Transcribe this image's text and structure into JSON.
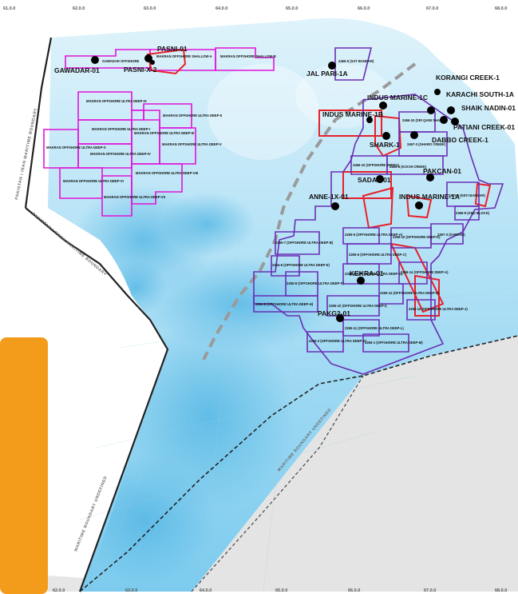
{
  "colors": {
    "sea_light": "#c9ecf8",
    "sea_mid": "#8fd3ef",
    "sea_deep": "#49b3e3",
    "land": "#e6e6e6",
    "orange_panel": "#f39c1b",
    "block_magenta": "#e014d8",
    "block_purple": "#6a2eb5",
    "block_red": "#e8202a",
    "dashed_line": "#9a9a9a",
    "boundary": "#222222",
    "well_marker": "#000000"
  },
  "ticks_top": [
    "61.0.0",
    "62.0.0",
    "63.0.0",
    "64.0.0",
    "65.0.0",
    "66.0.0",
    "67.0.0",
    "68.0.0"
  ],
  "ticks_bottom": [
    "62.0.0",
    "63.0.0",
    "64.0.0",
    "65.0.0",
    "66.0.0",
    "67.0.0",
    "68.0.0"
  ],
  "boundaries": [
    {
      "label": "PAKISTAN / IRAN MARITIME BOUNDARY"
    },
    {
      "label": "PAKISTAN / OMAN MARITIME BOUNDARY"
    },
    {
      "label": "MARITIME BOUNDARY UNDEFINED"
    },
    {
      "label": "MARITIME BOUNDARY UNDEFINED"
    }
  ],
  "wells": [
    {
      "label": "PASNI-01"
    },
    {
      "label": "PASNI-X-2"
    },
    {
      "label": "GAWADAR-01"
    },
    {
      "label": "JAL PARI-1A"
    },
    {
      "label": "KORANGI CREEK-1"
    },
    {
      "label": "KARACHI SOUTH-1A"
    },
    {
      "label": "INDUS MARINE-1C"
    },
    {
      "label": "SHAIK NADIN-01"
    },
    {
      "label": "INDUS MARINE-1B"
    },
    {
      "label": "PATIANI CREEK-01"
    },
    {
      "label": "DABBO CREEK-1"
    },
    {
      "label": "SHARK-1"
    },
    {
      "label": "PAKCAN-01"
    },
    {
      "label": "SADAF-01"
    },
    {
      "label": "ANNE-1X-01"
    },
    {
      "label": "INDUS MARINE-1A"
    },
    {
      "label": "KEKRA-01"
    },
    {
      "label": "PAKG2-01"
    }
  ],
  "blocks_magenta": [
    {
      "label": "GAWADAR OFFSHORE"
    },
    {
      "label": "MAKRAN OFFSHORE SHALLOW-A"
    },
    {
      "label": "MAKRAN OFFSHORE SHALLOW-B"
    },
    {
      "label": "MAKRAN OFFSHORE ULTRA DEEP-IX"
    },
    {
      "label": "MAKRAN OFFSHORE ULTRA DEEP-I"
    },
    {
      "label": "MAKRAN OFFSHORE ULTRA DEEP-II"
    },
    {
      "label": "MAKRAN OFFSHORE ULTRA DEEP-III"
    },
    {
      "label": "MAKRAN OFFSHORE ULTRA DEEP-X"
    },
    {
      "label": "MAKRAN OFFSHORE ULTRA DEEP-IV"
    },
    {
      "label": "MAKRAN OFFSHORE ULTRA DEEP-V"
    },
    {
      "label": "MAKRAN OFFSHORE ULTRA DEEP-VI"
    },
    {
      "label": "MAKRAN OFFSHORE ULTRA DEEP-VII"
    },
    {
      "label": "MAKRAN OFFSHORE ULTRA DEEP-VIII"
    }
  ],
  "blocks_purple": [
    {
      "label": "2465-5 (SAT BANDAR)"
    },
    {
      "label": "2466-10 (SRI QAIM SHAH)"
    },
    {
      "label": "2467-3 (GHARO CREEK)"
    },
    {
      "label": "2466-8 (KOCHI CREEK)"
    },
    {
      "label": "2466-10 (OFFSHORE DEEP-I)"
    },
    {
      "label": "2467-6 (KETI BANDAR)"
    },
    {
      "label": "2366-9 (ANU BLOCK)"
    },
    {
      "label": "2367-3 (ZARRAR)"
    },
    {
      "label": "2265-5 (OFFSHORE ULTRA DEEP-A)"
    },
    {
      "label": "2265-7 (OFFSHORE ULTRA DEEP-B)"
    },
    {
      "label": "2266-10 (OFFSHORE DEEP-D)"
    },
    {
      "label": "2265-6 (OFFSHORE ULTRA DEEP-C)"
    },
    {
      "label": "2264-6 (OFFSHORE ULTRA DEEP-E)"
    },
    {
      "label": "2265-8 (OFFSHORE ULTRA DEEP-F)"
    },
    {
      "label": "2266-14 (OFFSHORE DEEP-A)"
    },
    {
      "label": "2265-9 (OFFSHORE ULTRA DEEP-G)"
    },
    {
      "label": "2265-12 (OFFSHORE ULTRA DEEP-H)"
    },
    {
      "label": "2264-8 (OFFSHORE ULTRA DEEP-H)"
    },
    {
      "label": "2265-10 (OFFSHORE ULTRA DEEP-I)"
    },
    {
      "label": "2266-12 (OFFSHORE ULTRA DEEP-J)"
    },
    {
      "label": "2265-11 (OFFSHORE ULTRA DEEP-L)"
    },
    {
      "label": "2265-3 (OFFSHORE ULTRA DEEP-K)"
    },
    {
      "label": "2266-1 (OFFSHORE ULTRA DEEP-M)"
    }
  ]
}
